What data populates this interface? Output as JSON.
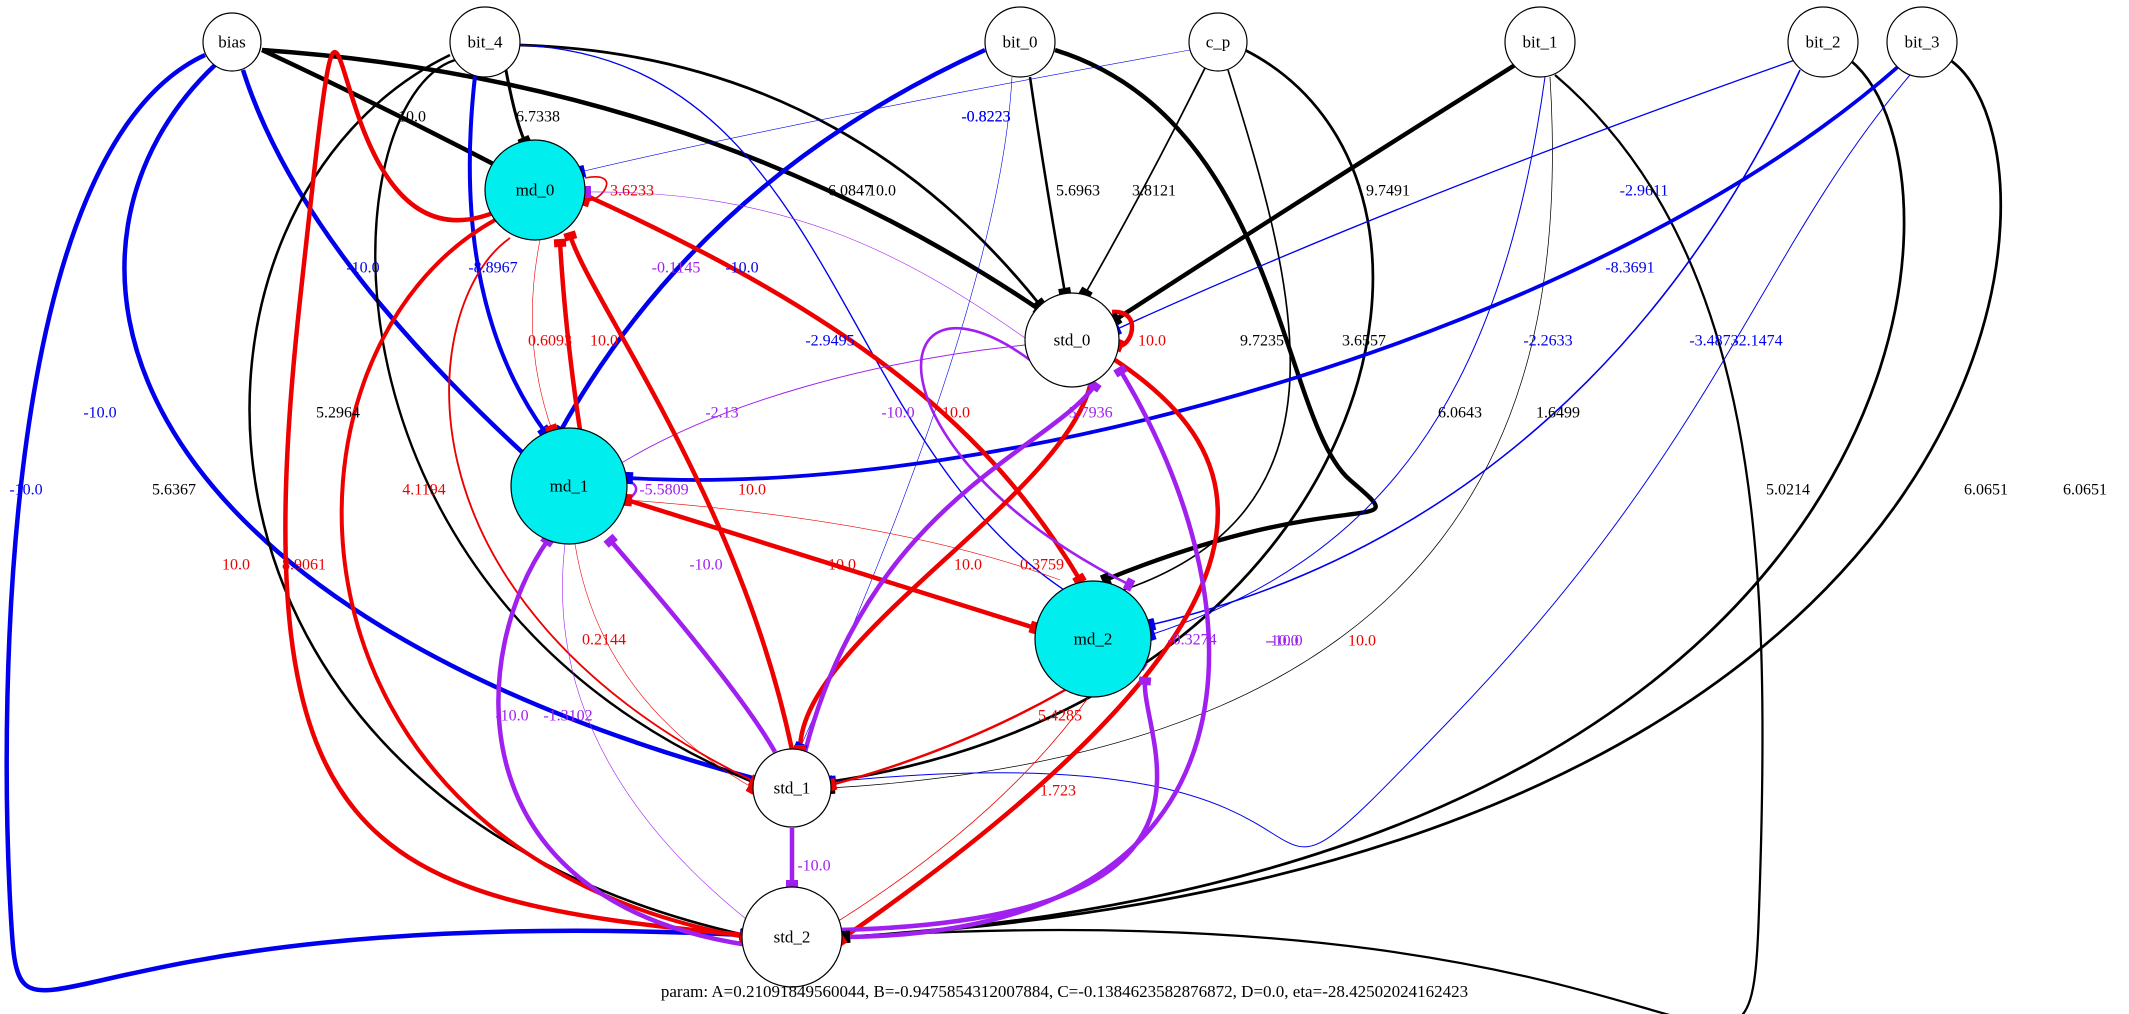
{
  "colors": {
    "positive": "#000000",
    "negative": "#0000ee",
    "recurrent_positive": "#ee0000",
    "recurrent_negative": "#a020f0",
    "output_fill": "#00eeee",
    "hidden_fill": "#ffffff"
  },
  "nodes": [
    {
      "id": "bias",
      "label": "bias",
      "kind": "input"
    },
    {
      "id": "bit_4",
      "label": "bit_4",
      "kind": "input"
    },
    {
      "id": "bit_0",
      "label": "bit_0",
      "kind": "input"
    },
    {
      "id": "c_p",
      "label": "c_p",
      "kind": "input"
    },
    {
      "id": "bit_1",
      "label": "bit_1",
      "kind": "input"
    },
    {
      "id": "bit_2",
      "label": "bit_2",
      "kind": "input"
    },
    {
      "id": "bit_3",
      "label": "bit_3",
      "kind": "input"
    },
    {
      "id": "md_0",
      "label": "md_0",
      "kind": "output"
    },
    {
      "id": "std_0",
      "label": "std_0",
      "kind": "hidden"
    },
    {
      "id": "md_1",
      "label": "md_1",
      "kind": "output"
    },
    {
      "id": "md_2",
      "label": "md_2",
      "kind": "output"
    },
    {
      "id": "std_1",
      "label": "std_1",
      "kind": "hidden"
    },
    {
      "id": "std_2",
      "label": "std_2",
      "kind": "hidden"
    }
  ],
  "edges": [
    {
      "from": "bias",
      "to": "md_0",
      "weight": "10.0"
    },
    {
      "from": "bias",
      "to": "md_1",
      "weight": "-10.0"
    },
    {
      "from": "bias",
      "to": "std_0",
      "weight": "10.0"
    },
    {
      "from": "bias",
      "to": "std_1",
      "weight": "-10.0"
    },
    {
      "from": "bias",
      "to": "std_2",
      "weight": "-10.0"
    },
    {
      "from": "bit_4",
      "to": "md_0",
      "weight": "6.7338"
    },
    {
      "from": "bit_4",
      "to": "md_1",
      "weight": "-8.8967"
    },
    {
      "from": "bit_4",
      "to": "std_0",
      "weight": "6.0847"
    },
    {
      "from": "bit_4",
      "to": "md_2",
      "weight": "-2.9495"
    },
    {
      "from": "bit_4",
      "to": "std_1",
      "weight": "5.2964"
    },
    {
      "from": "bit_4",
      "to": "std_2",
      "weight": "5.6367"
    },
    {
      "from": "bit_0",
      "to": "md_1",
      "weight": "-10.0"
    },
    {
      "from": "bit_0",
      "to": "std_0",
      "weight": "5.6963"
    },
    {
      "from": "bit_0",
      "to": "std_1",
      "weight": "-0.8223"
    },
    {
      "from": "bit_0",
      "to": "md_2",
      "weight": "9.7235"
    },
    {
      "from": "c_p",
      "to": "md_0",
      "weight": "-0.8223"
    },
    {
      "from": "c_p",
      "to": "std_0",
      "weight": "3.8121"
    },
    {
      "from": "c_p",
      "to": "md_2",
      "weight": "3.6557"
    },
    {
      "from": "c_p",
      "to": "std_1",
      "weight": "6.0643"
    },
    {
      "from": "bit_1",
      "to": "std_0",
      "weight": "9.7491"
    },
    {
      "from": "bit_1",
      "to": "md_2",
      "weight": "-2.2633"
    },
    {
      "from": "bit_1",
      "to": "std_1",
      "weight": "1.6499"
    },
    {
      "from": "bit_1",
      "to": "std_2",
      "weight": "5.0214"
    },
    {
      "from": "bit_2",
      "to": "std_0",
      "weight": "-2.9611"
    },
    {
      "from": "bit_2",
      "to": "md_2",
      "weight": "-3.4873"
    },
    {
      "from": "bit_2",
      "to": "std_2",
      "weight": "6.0651"
    },
    {
      "from": "bit_3",
      "to": "md_1",
      "weight": "-8.3691"
    },
    {
      "from": "bit_3",
      "to": "std_1",
      "weight": "-2.1474"
    },
    {
      "from": "bit_3",
      "to": "std_2",
      "weight": "6.0651"
    },
    {
      "from": "md_0",
      "to": "md_0",
      "weight": "3.6233"
    },
    {
      "from": "md_0",
      "to": "md_1",
      "weight": "0.6093"
    },
    {
      "from": "md_0",
      "to": "md_2",
      "weight": "10.0"
    },
    {
      "from": "md_0",
      "to": "std_1",
      "weight": "4.1194"
    },
    {
      "from": "md_0",
      "to": "std_2",
      "weight": "8.9061"
    },
    {
      "from": "md_1",
      "to": "md_0",
      "weight": "10.0"
    },
    {
      "from": "md_1",
      "to": "md_1",
      "weight": "-5.5809"
    },
    {
      "from": "md_1",
      "to": "md_2",
      "weight": "10.0"
    },
    {
      "from": "md_1",
      "to": "std_1",
      "weight": "0.2144"
    },
    {
      "from": "md_1",
      "to": "std_2",
      "weight": "-1.3102"
    },
    {
      "from": "md_2",
      "to": "md_1",
      "weight": "0.3759"
    },
    {
      "from": "md_2",
      "to": "md_2",
      "weight": "-0.3274"
    },
    {
      "from": "md_2",
      "to": "std_1",
      "weight": "5.4285"
    },
    {
      "from": "md_2",
      "to": "std_2",
      "weight": "1.723"
    },
    {
      "from": "std_0",
      "to": "std_0",
      "weight": "10.0"
    },
    {
      "from": "std_0",
      "to": "md_0",
      "weight": "-0.1145"
    },
    {
      "from": "std_0",
      "to": "md_1",
      "weight": "-2.13"
    },
    {
      "from": "std_0",
      "to": "md_2",
      "weight": "-5.7936"
    },
    {
      "from": "std_0",
      "to": "std_1",
      "weight": "10.0"
    },
    {
      "from": "std_0",
      "to": "std_2",
      "weight": "10.0"
    },
    {
      "from": "std_1",
      "to": "md_0",
      "weight": "10.0"
    },
    {
      "from": "std_1",
      "to": "md_1",
      "weight": "-10.0"
    },
    {
      "from": "std_1",
      "to": "std_0",
      "weight": "-10.0"
    },
    {
      "from": "std_1",
      "to": "std_2",
      "weight": "-10.0"
    },
    {
      "from": "std_2",
      "to": "md_0",
      "weight": "10.0"
    },
    {
      "from": "std_2",
      "to": "md_1",
      "weight": "-10.0"
    },
    {
      "from": "std_2",
      "to": "md_2",
      "weight": "-10.0"
    },
    {
      "from": "std_2",
      "to": "std_0",
      "weight": "-10.0"
    }
  ],
  "caption": "param: A=0.21091849560044, B=-0.9475854312007884, C=-0.1384623582876872, D=0.0, eta=-28.42502024162423"
}
